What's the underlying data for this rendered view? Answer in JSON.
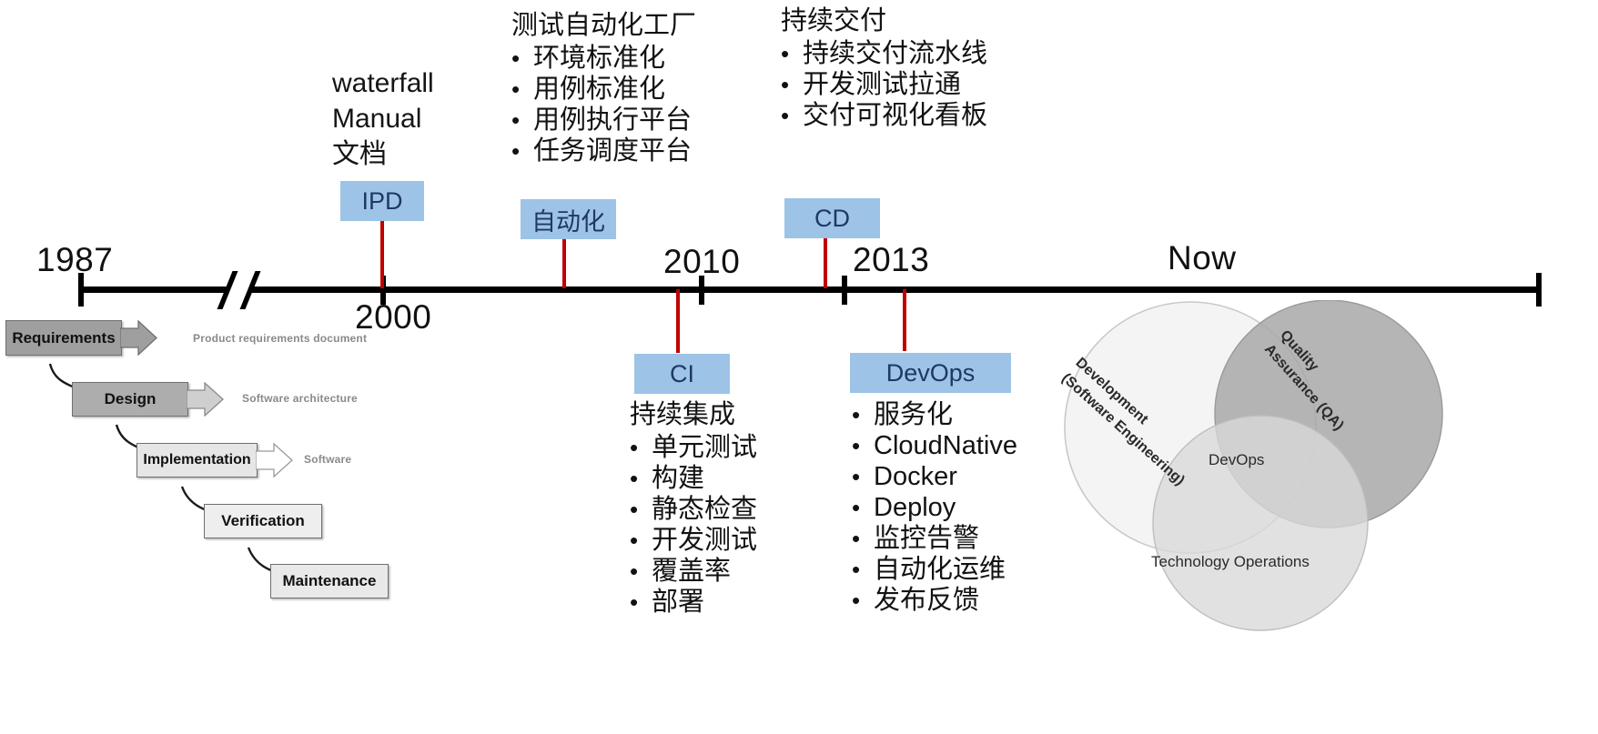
{
  "diagram": {
    "title": "DevOps Evolution Timeline",
    "accent_box_color": "#9DC3E6",
    "connector_color": "#C00000",
    "axis_color": "#000000"
  },
  "timeline": {
    "years": [
      {
        "label": "1987"
      },
      {
        "label": "2000"
      },
      {
        "label": "2010"
      },
      {
        "label": "2013"
      },
      {
        "label": "Now"
      }
    ],
    "milestones": [
      {
        "box_label": "IPD"
      },
      {
        "box_label": "自动化"
      },
      {
        "box_label": "CD"
      },
      {
        "box_label": "CI"
      },
      {
        "box_label": "DevOps"
      }
    ]
  },
  "annotations": {
    "waterfall_note": {
      "lines": [
        "waterfall",
        "Manual",
        "文档"
      ]
    },
    "test_factory": {
      "title": "测试自动化工厂",
      "items": [
        "环境标准化",
        "用例标准化",
        "用例执行平台",
        "任务调度平台"
      ]
    },
    "continuous_delivery": {
      "title": "持续交付",
      "items": [
        "持续交付流水线",
        "开发测试拉通",
        "交付可视化看板"
      ]
    },
    "continuous_integration": {
      "title": "持续集成",
      "items": [
        "单元测试",
        "构建",
        "静态检查",
        "开发测试",
        "覆盖率",
        "部署"
      ]
    },
    "devops": {
      "title": "",
      "items": [
        "服务化",
        "CloudNative",
        "Docker",
        "Deploy",
        "监控告警",
        "自动化运维",
        "发布反馈"
      ]
    }
  },
  "waterfall_model": {
    "stages": [
      {
        "label": "Requirements",
        "note": "Product requirements document"
      },
      {
        "label": "Design",
        "note": "Software architecture"
      },
      {
        "label": "Implementation",
        "note": "Software"
      },
      {
        "label": "Verification",
        "note": ""
      },
      {
        "label": "Maintenance",
        "note": ""
      }
    ]
  },
  "venn": {
    "circles": [
      {
        "label_line1": "Development",
        "label_line2": "(Software Engineering)"
      },
      {
        "label_line1": "Quality",
        "label_line2": "Assurance (QA)"
      },
      {
        "label_line1": "Technology Operations",
        "label_line2": ""
      }
    ],
    "intersection_label": "DevOps"
  }
}
